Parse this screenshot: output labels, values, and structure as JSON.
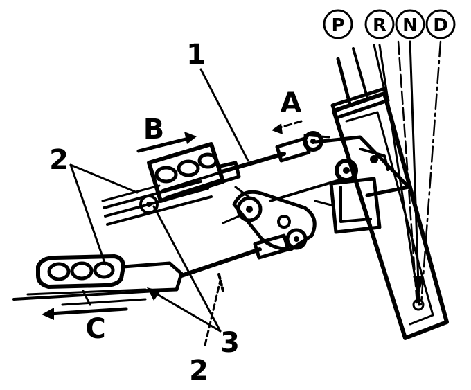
{
  "callouts": {
    "cable": "1",
    "clamp_upper": "2",
    "clamp_lower": "2",
    "nuts": "3"
  },
  "arrows": {
    "a": "A",
    "b": "B",
    "c": "C"
  },
  "gear_positions": [
    "P",
    "R",
    "N",
    "D"
  ]
}
